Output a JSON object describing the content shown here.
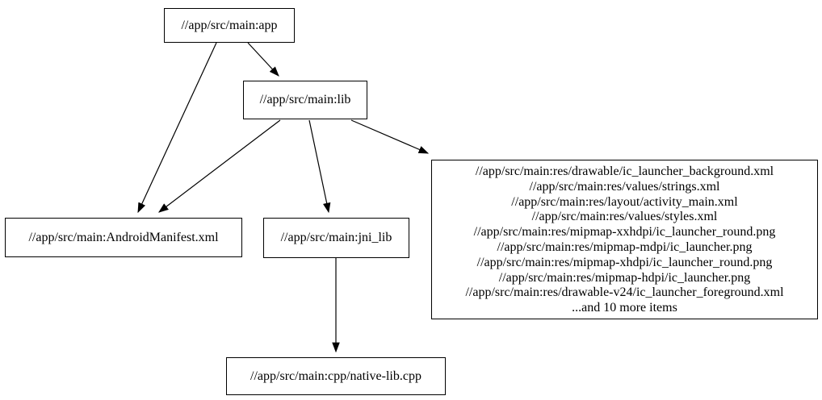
{
  "diagram": {
    "type": "dependency-graph",
    "background_color": "#ffffff",
    "node_border_color": "#000000",
    "edge_color": "#000000",
    "text_color": "#000000",
    "nodes": {
      "app": {
        "label": "//app/src/main:app"
      },
      "lib": {
        "label": "//app/src/main:lib"
      },
      "manifest": {
        "label": "//app/src/main:AndroidManifest.xml"
      },
      "jni_lib": {
        "label": "//app/src/main:jni_lib"
      },
      "native_lib": {
        "label": "//app/src/main:cpp/native-lib.cpp"
      },
      "resources": {
        "lines": [
          "//app/src/main:res/drawable/ic_launcher_background.xml",
          "//app/src/main:res/values/strings.xml",
          "//app/src/main:res/layout/activity_main.xml",
          "//app/src/main:res/values/styles.xml",
          "//app/src/main:res/mipmap-xxhdpi/ic_launcher_round.png",
          "//app/src/main:res/mipmap-mdpi/ic_launcher.png",
          "//app/src/main:res/mipmap-xhdpi/ic_launcher_round.png",
          "//app/src/main:res/mipmap-hdpi/ic_launcher.png",
          "//app/src/main:res/drawable-v24/ic_launcher_foreground.xml",
          "...and 10 more items"
        ]
      }
    },
    "edges": [
      {
        "from": "app",
        "to": "lib"
      },
      {
        "from": "app",
        "to": "manifest"
      },
      {
        "from": "lib",
        "to": "manifest"
      },
      {
        "from": "lib",
        "to": "jni_lib"
      },
      {
        "from": "lib",
        "to": "resources"
      },
      {
        "from": "jni_lib",
        "to": "native_lib"
      }
    ]
  }
}
